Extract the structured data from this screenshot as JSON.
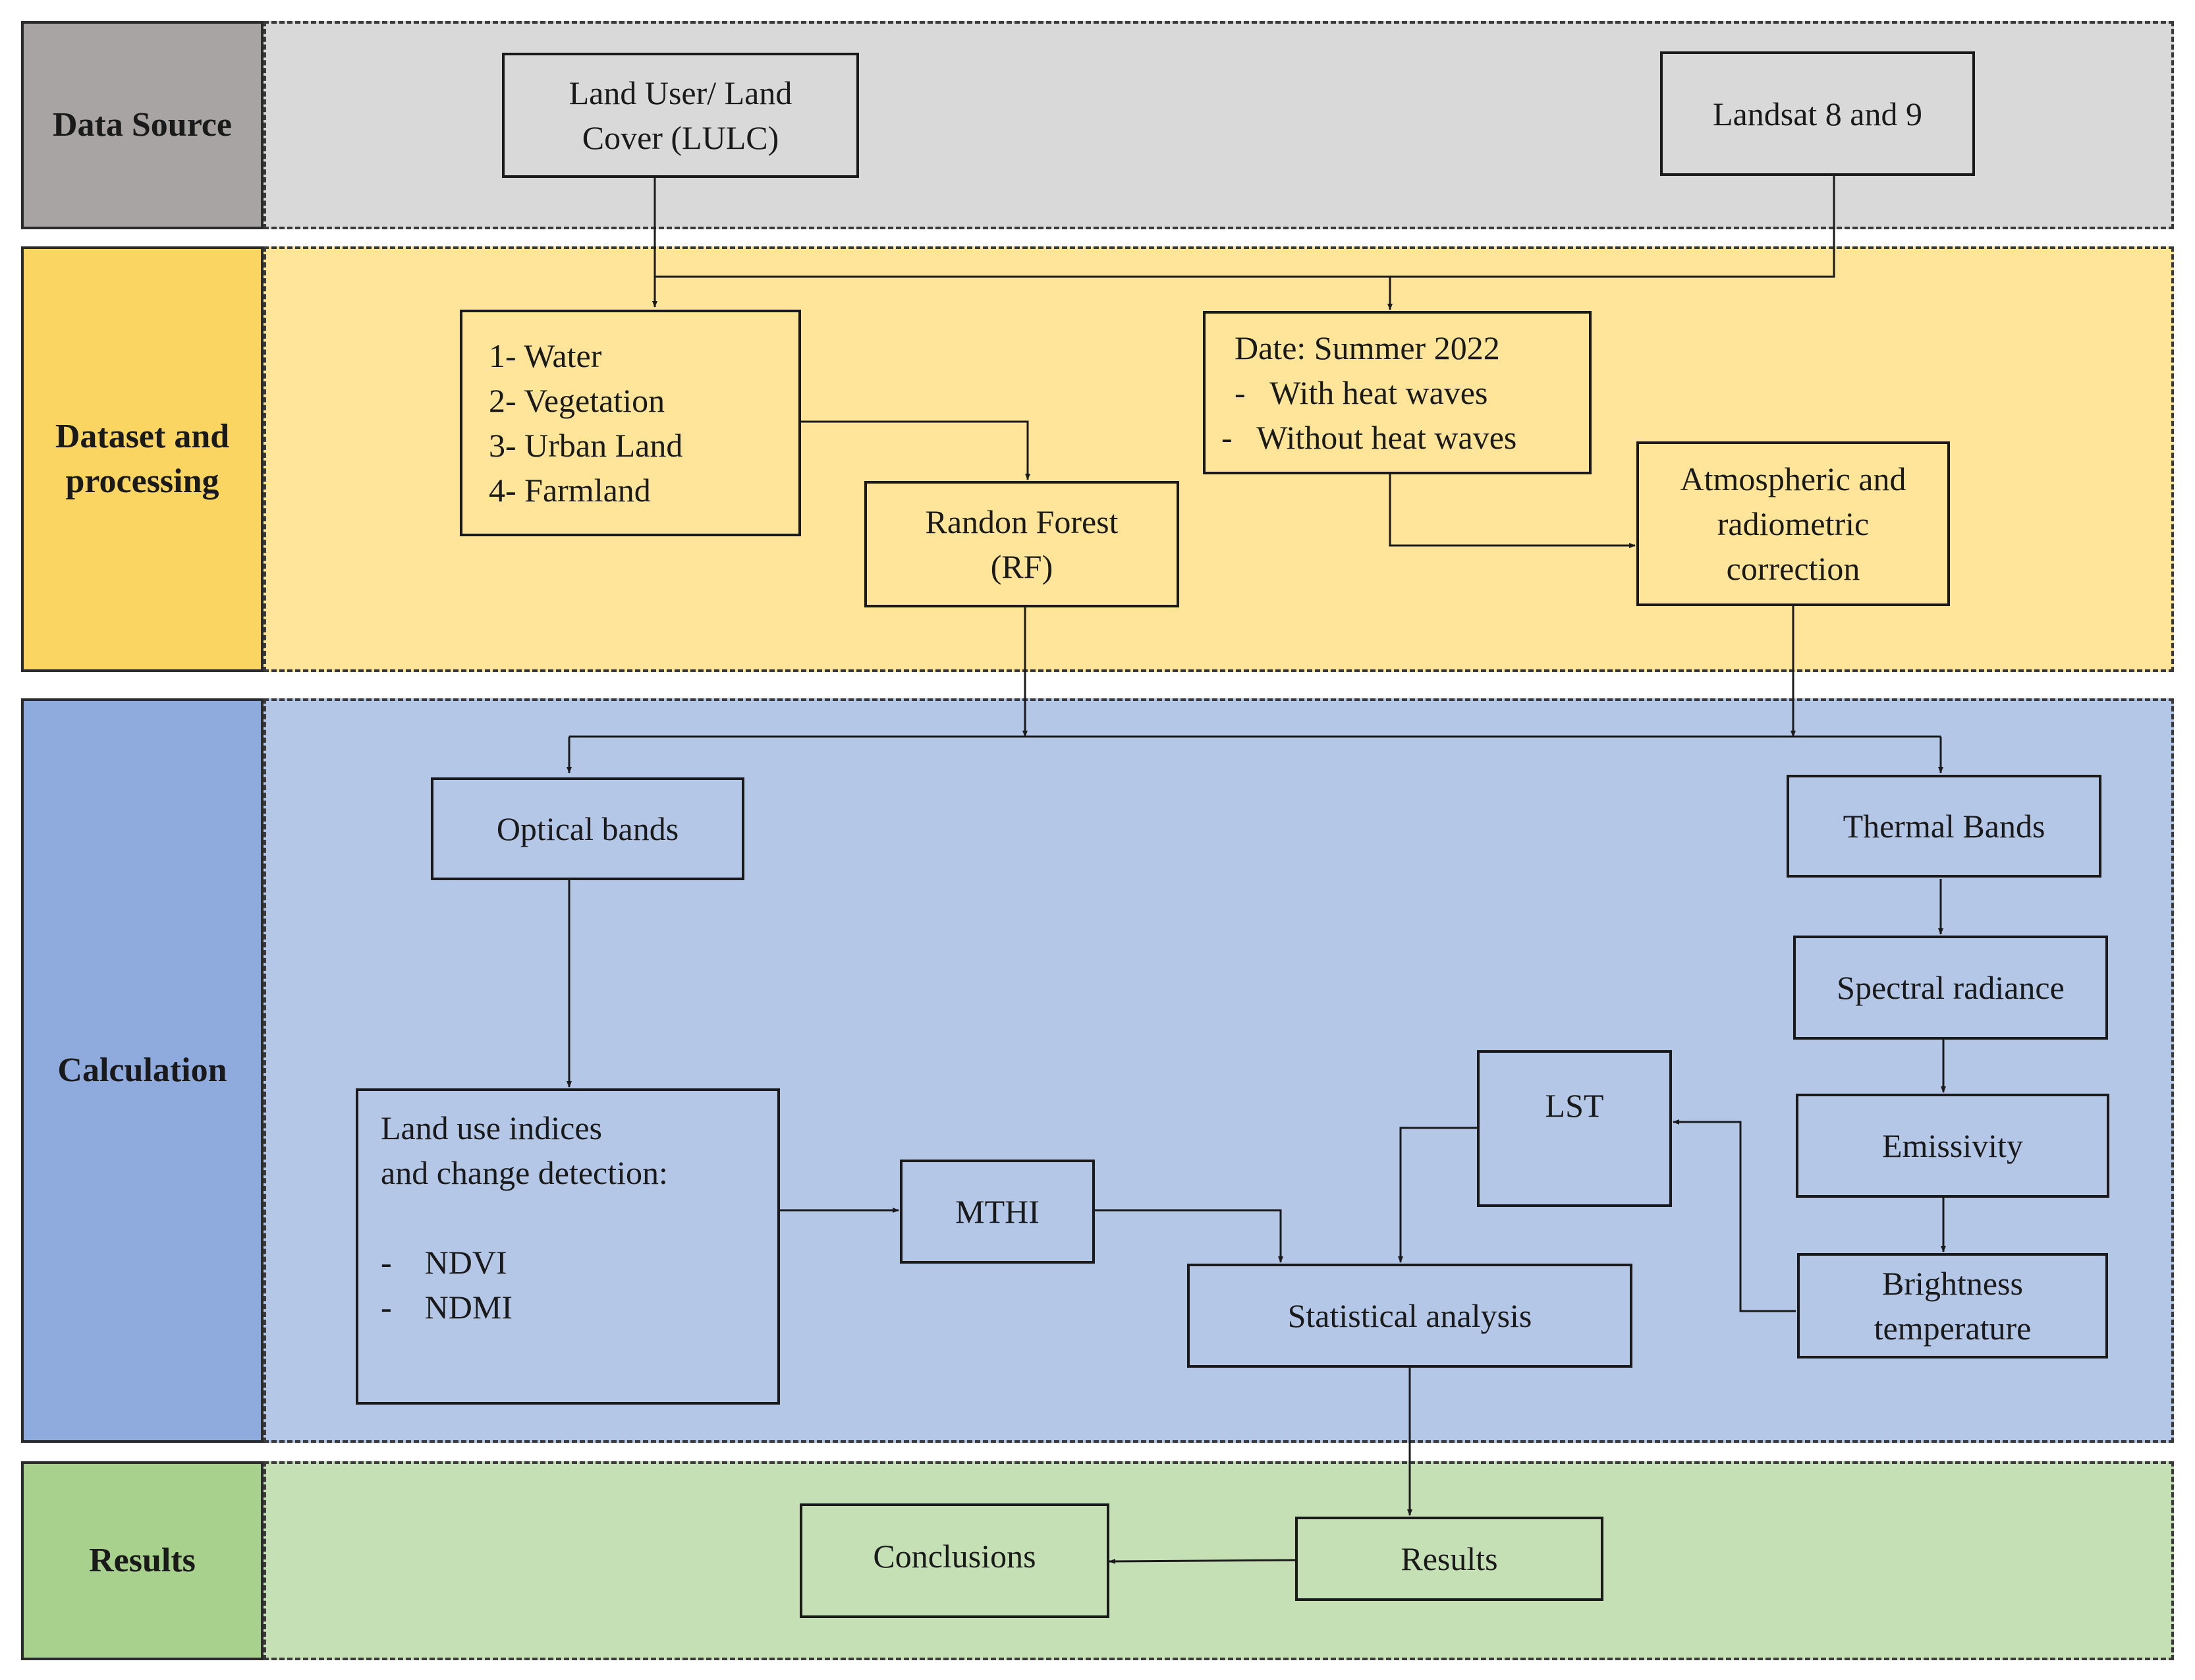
{
  "stages": {
    "source": "Data Source",
    "dataset": "Dataset and processing",
    "dataset_lines": [
      "Dataset and",
      "processing"
    ],
    "calculation": "Calculation",
    "results": "Results"
  },
  "boxes": {
    "lulc": [
      "Land User/ Land",
      "Cover (LULC)"
    ],
    "landsat": "Landsat 8 and 9",
    "classes": [
      "1- Water",
      "2- Vegetation",
      "3- Urban Land",
      "4- Farmland"
    ],
    "date": [
      "Date: Summer 2022",
      "-   With heat waves",
      "-   Without heat waves"
    ],
    "random_forest": [
      "Randon Forest",
      "(RF)"
    ],
    "atmospheric": [
      "Atmospheric and",
      "radiometric",
      "correction"
    ],
    "optical": "Optical bands",
    "thermal": "Thermal Bands",
    "spectral": "Spectral radiance",
    "emissivity": "Emissivity",
    "brightness": [
      "Brightness",
      "temperature"
    ],
    "land_use": [
      "Land use indices",
      "and change detection:",
      "",
      "-    NDVI",
      "-    NDMI"
    ],
    "mthi": "MTHI",
    "lst": "LST",
    "statistical": "Statistical analysis",
    "results": "Results",
    "conclusions": "Conclusions"
  },
  "colors": {
    "source_label": "#a8a4a4",
    "source_band": "#d9d9d9",
    "dataset_label": "#fbd561",
    "dataset_band": "#ffe599",
    "calc_label": "#8faadc",
    "calc_band": "#b4c7e7",
    "results_label": "#a9d18e",
    "results_band": "#c5e0b4",
    "stroke": "#1a1a1a"
  }
}
